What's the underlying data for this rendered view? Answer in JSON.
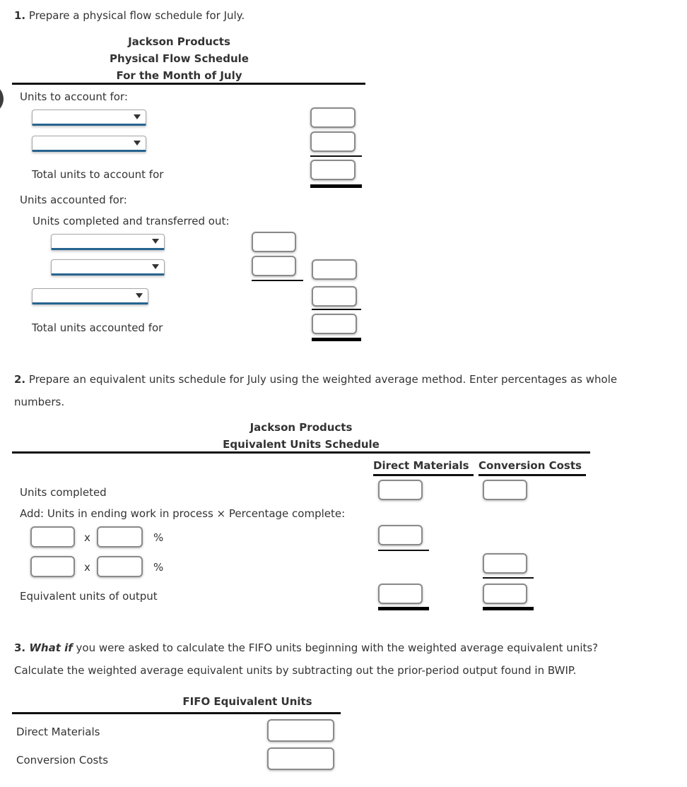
{
  "q1": {
    "num": "1.",
    "text": " Prepare a physical flow schedule for July."
  },
  "q2": {
    "num": "2.",
    "line1_rest": " Prepare an equivalent units schedule for July using the weighted average method. Enter percentages as whole",
    "line2": "numbers."
  },
  "q3": {
    "num": "3.",
    "emph": " What if",
    "line1_rest": " you were asked to calculate the FIFO units beginning with the weighted average equivalent units?",
    "line2": "Calculate the weighted average equivalent units by subtracting out the prior-period output found in BWIP."
  },
  "schedule1": {
    "company": "Jackson Products",
    "schedule_name": "Physical Flow Schedule",
    "period": "For the Month of July",
    "labels": {
      "units_to_account": "Units to account for:",
      "total_to_account": "Total units to account for",
      "units_accounted": "Units accounted for:",
      "completed_transferred": "Units completed and transferred out:",
      "total_accounted": "Total units accounted for"
    },
    "dropdowns": {
      "d1": "",
      "d2": "",
      "d3": "",
      "d4": "",
      "d5": ""
    },
    "values": {
      "to_account_1": "",
      "to_account_2": "",
      "total_to_account": "",
      "transferred_1": "",
      "transferred_2": "",
      "transferred_subtotal": "",
      "ending_wip": "",
      "total_accounted": ""
    }
  },
  "schedule2": {
    "company": "Jackson Products",
    "schedule_name": "Equivalent Units Schedule",
    "columns": {
      "dm": "Direct Materials",
      "cc": "Conversion Costs"
    },
    "labels": {
      "units_completed": "Units completed",
      "add_row": "Add: Units in ending work in process × Percentage complete:",
      "equivalent_output": "Equivalent units of output",
      "times": "x",
      "percent": "%"
    },
    "values": {
      "units_completed_dm": "",
      "units_completed_cc": "",
      "ewip_units_dm": "",
      "ewip_pct_dm": "",
      "ewip_result_dm": "",
      "ewip_units_cc": "",
      "ewip_pct_cc": "",
      "ewip_result_cc": "",
      "equivalent_dm": "",
      "equivalent_cc": ""
    }
  },
  "schedule3": {
    "title": "FIFO Equivalent Units",
    "labels": {
      "dm": "Direct Materials",
      "cc": "Conversion Costs"
    },
    "values": {
      "dm": "",
      "cc": ""
    }
  }
}
